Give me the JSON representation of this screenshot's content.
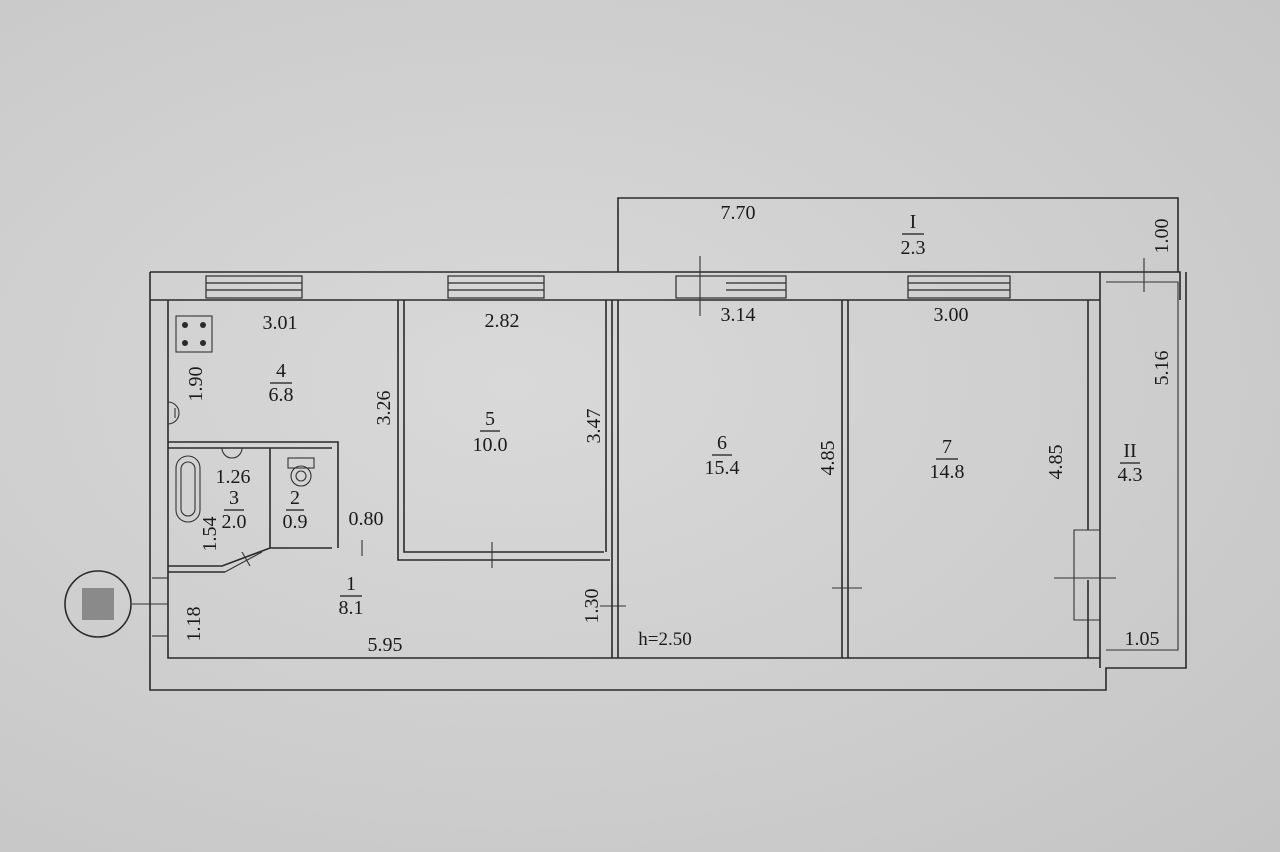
{
  "colors": {
    "paper": "#d2d2d2",
    "ink": "#1b1b1b",
    "marker": "#8a8a8a"
  },
  "plan": {
    "height_label": "h=2.50",
    "rooms": [
      {
        "id": "1",
        "num": "1",
        "area": "8.1"
      },
      {
        "id": "2",
        "num": "2",
        "area": "0.9"
      },
      {
        "id": "3",
        "num": "3",
        "area": "2.0"
      },
      {
        "id": "4",
        "num": "4",
        "area": "6.8"
      },
      {
        "id": "5",
        "num": "5",
        "area": "10.0"
      },
      {
        "id": "6",
        "num": "6",
        "area": "15.4"
      },
      {
        "id": "7",
        "num": "7",
        "area": "14.8"
      },
      {
        "id": "I",
        "num": "I",
        "area": "2.3"
      },
      {
        "id": "II",
        "num": "II",
        "area": "4.3"
      }
    ],
    "dimensions": {
      "d_770": "7.70",
      "d_100": "1.00",
      "d_301": "3.01",
      "d_282": "2.82",
      "d_314": "3.14",
      "d_300": "3.00",
      "d_190": "1.90",
      "d_326": "3.26",
      "d_347": "3.47",
      "d_485a": "4.85",
      "d_485b": "4.85",
      "d_516": "5.16",
      "d_126": "1.26",
      "d_154": "1.54",
      "d_080": "0.80",
      "d_118": "1.18",
      "d_595": "5.95",
      "d_130": "1.30",
      "d_105": "1.05"
    }
  }
}
